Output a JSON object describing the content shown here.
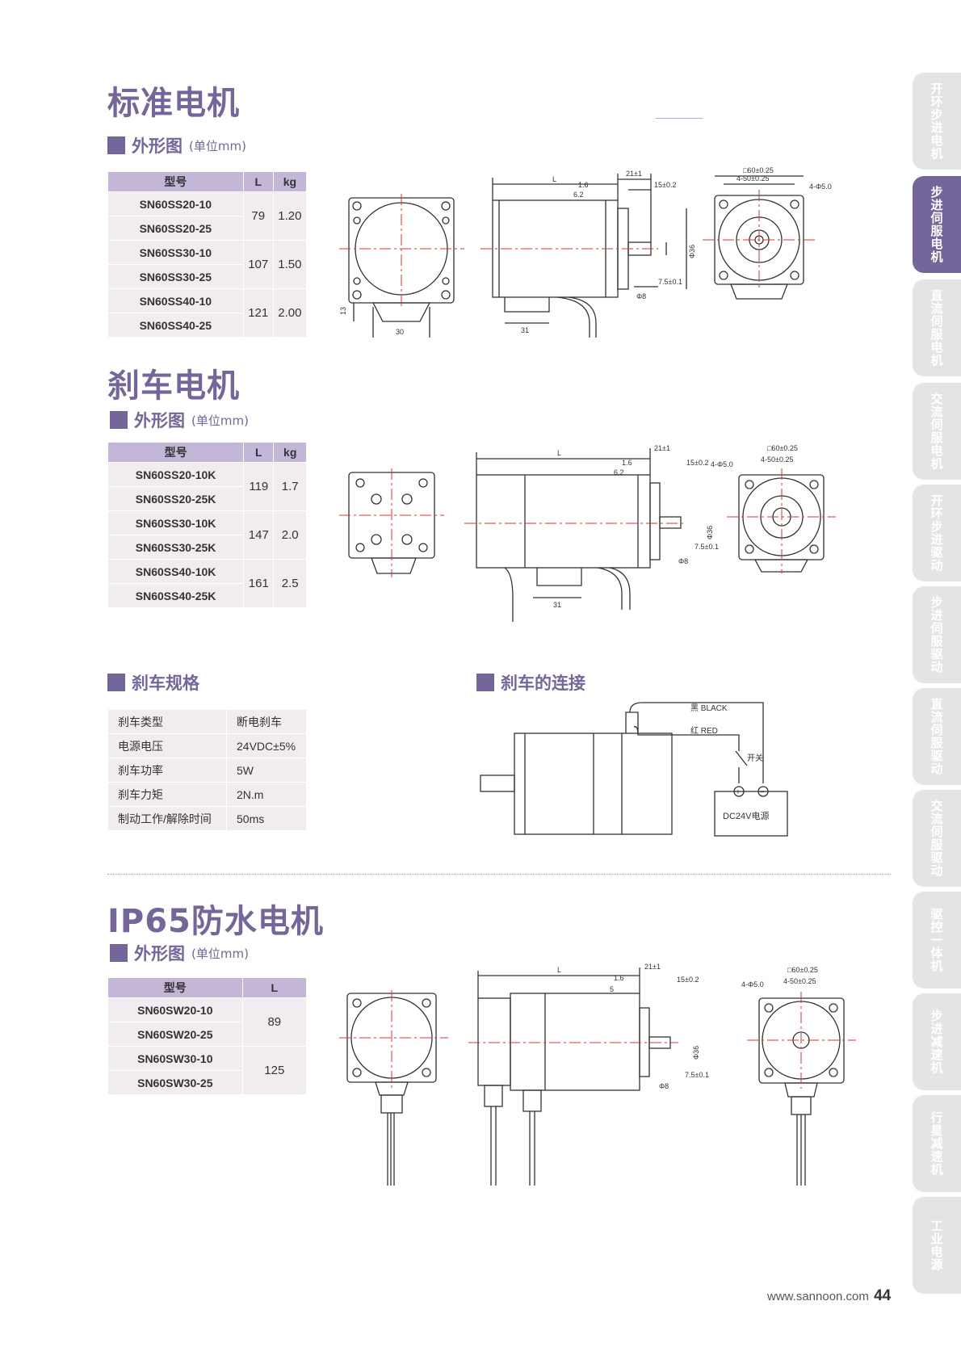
{
  "section1": {
    "title": "标准电机",
    "sub": "外形图",
    "unit": "(单位mm)",
    "headers": [
      "型号",
      "L",
      "kg"
    ],
    "rows": [
      {
        "models": [
          "SN60SS20-10",
          "SN60SS20-25"
        ],
        "L": "79",
        "kg": "1.20"
      },
      {
        "models": [
          "SN60SS30-10",
          "SN60SS30-25"
        ],
        "L": "107",
        "kg": "1.50"
      },
      {
        "models": [
          "SN60SS40-10",
          "SN60SS40-25"
        ],
        "L": "121",
        "kg": "2.00"
      }
    ]
  },
  "section2": {
    "title": "刹车电机",
    "sub": "外形图",
    "unit": "(单位mm)",
    "headers": [
      "型号",
      "L",
      "kg"
    ],
    "rows": [
      {
        "models": [
          "SN60SS20-10K",
          "SN60SS20-25K"
        ],
        "L": "119",
        "kg": "1.7"
      },
      {
        "models": [
          "SN60SS30-10K",
          "SN60SS30-25K"
        ],
        "L": "147",
        "kg": "2.0"
      },
      {
        "models": [
          "SN60SS40-10K",
          "SN60SS40-25K"
        ],
        "L": "161",
        "kg": "2.5"
      }
    ]
  },
  "brake_spec": {
    "title": "刹车规格",
    "rows": [
      {
        "k": "刹车类型",
        "v": "断电刹车"
      },
      {
        "k": "电源电压",
        "v": "24VDC±5%"
      },
      {
        "k": "刹车功率",
        "v": "5W"
      },
      {
        "k": "刹车力矩",
        "v": "2N.m"
      },
      {
        "k": "制动工作/解除时间",
        "v": "50ms"
      }
    ]
  },
  "brake_conn": {
    "title": "刹车的连接",
    "black": "黑 BLACK",
    "red": "红 RED",
    "switch": "开关",
    "supply": "DC24V电源",
    "plus": "+",
    "minus": "−"
  },
  "section3": {
    "title": "IP65防水电机",
    "sub": "外形图",
    "unit": "(单位mm)",
    "headers": [
      "型号",
      "L"
    ],
    "rows": [
      {
        "models": [
          "SN60SW20-10",
          "SN60SW20-25"
        ],
        "L": "89"
      },
      {
        "models": [
          "SN60SW30-10",
          "SN60SW30-25"
        ],
        "L": "125"
      }
    ]
  },
  "dims": {
    "L": "L",
    "d21": "21±1",
    "d16": "1.6",
    "d62": "6.2",
    "d5": "5",
    "d15": "15±0.2",
    "d75": "7.5±0.1",
    "dphi8": "Φ8",
    "dphi36": "Φ36",
    "sq60": "□60±0.25",
    "sq50": "4-50±0.25",
    "holes": "4-Φ5.0",
    "d13": "13",
    "d30": "30",
    "d31": "31"
  },
  "tabs": [
    "开环步进电机",
    "步进伺服电机",
    "直流伺服电机",
    "交流伺服电机",
    "开环步进驱动",
    "步进伺服驱动",
    "直流伺服驱动",
    "交流伺服驱动",
    "驱控一体机",
    "步进减速机",
    "行星减速机",
    "工业电源"
  ],
  "footer": {
    "url": "www.sannoon.com",
    "page": "44"
  }
}
